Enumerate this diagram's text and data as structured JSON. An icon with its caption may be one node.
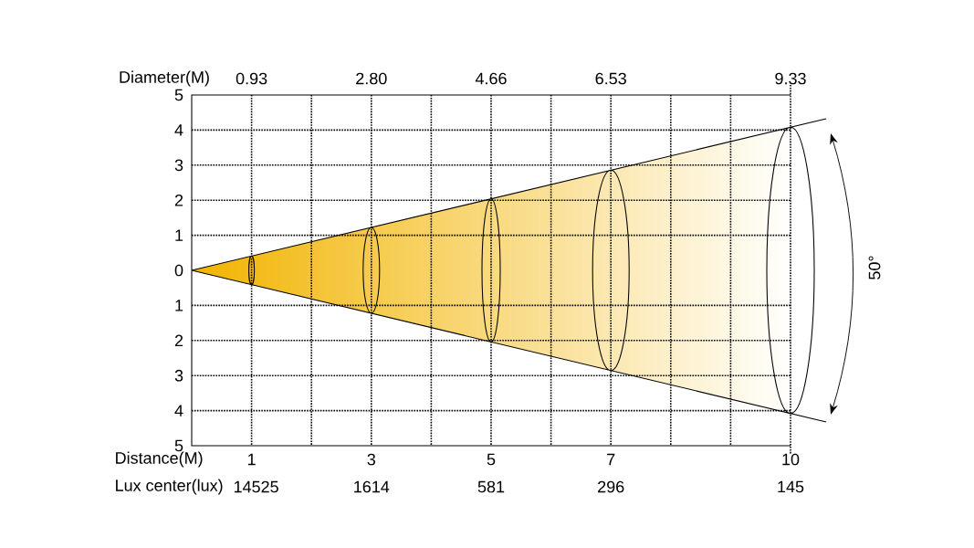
{
  "diagram": {
    "labels": [
      "Diameter(M)",
      "0.93",
      "2.80",
      "4.66",
      "6.53",
      "9.33",
      "5",
      "4",
      "3",
      "2",
      "1",
      "0",
      "1",
      "2",
      "3",
      "4",
      "5",
      "50°",
      "Distance(M)",
      "1",
      "3",
      "5",
      "7",
      "10",
      "Lux center(lux)",
      "14525",
      "1614",
      "581",
      "296",
      "145"
    ]
  }
}
